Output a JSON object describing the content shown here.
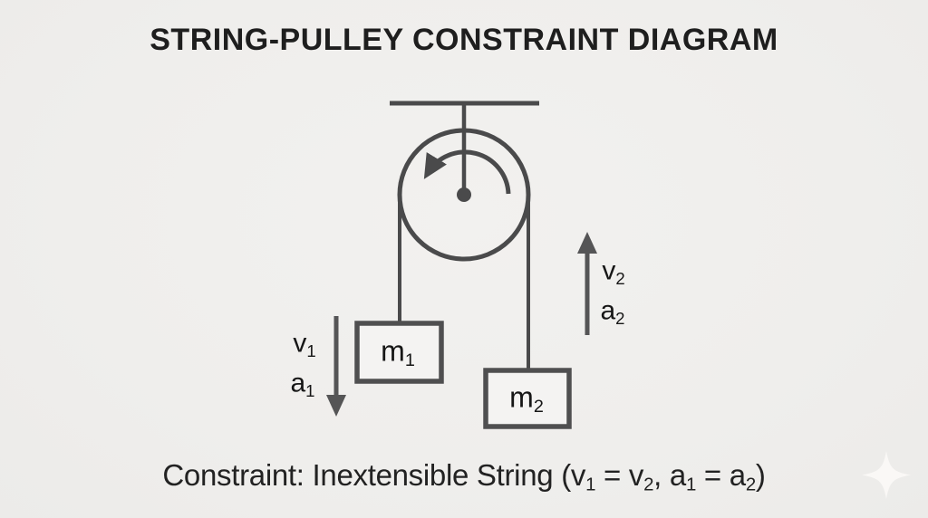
{
  "title": "STRING-PULLEY CONSTRAINT DIAGRAM",
  "caption": {
    "segments": [
      {
        "t": "Constraint: Inextensible String (v"
      },
      {
        "t": "1",
        "sub": true
      },
      {
        "t": " = v"
      },
      {
        "t": "2",
        "sub": true
      },
      {
        "t": ", a"
      },
      {
        "t": "1",
        "sub": true
      },
      {
        "t": " = a"
      },
      {
        "t": "2",
        "sub": true
      },
      {
        "t": ")"
      }
    ]
  },
  "pulley": {
    "rotation": "counterclockwise"
  },
  "masses": [
    {
      "label": {
        "base": "m",
        "sub": "1"
      },
      "motion": "down"
    },
    {
      "label": {
        "base": "m",
        "sub": "2"
      },
      "motion": "up"
    }
  ],
  "vectors": [
    {
      "direction": "down",
      "velocity": {
        "base": "v",
        "sub": "1"
      },
      "acceleration": {
        "base": "a",
        "sub": "1"
      }
    },
    {
      "direction": "up",
      "velocity": {
        "base": "v",
        "sub": "2"
      },
      "acceleration": {
        "base": "a",
        "sub": "2"
      }
    }
  ],
  "colors": {
    "background": "#f0efed",
    "line": "#4a4a4b",
    "text": "#1e1e1e",
    "box_fill": "#f4f3f2",
    "sparkle": "#fbfaf8"
  }
}
